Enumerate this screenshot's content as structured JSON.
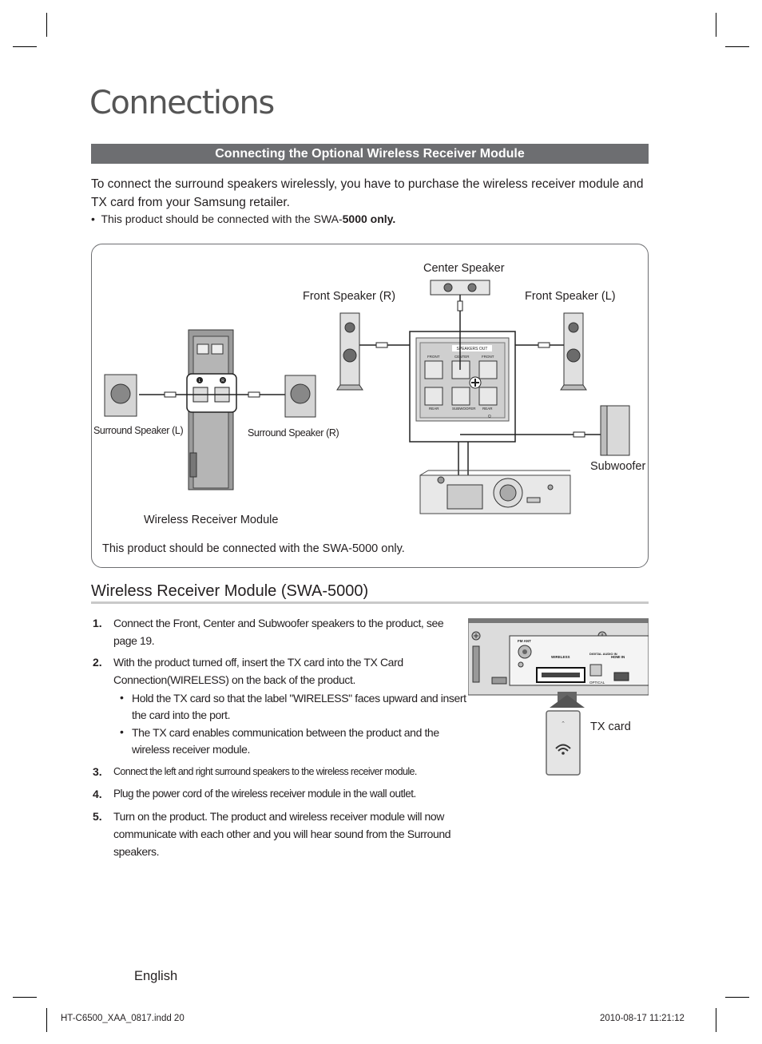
{
  "page": {
    "title": "Connections",
    "section_heading": "Connecting the Optional Wireless Receiver Module",
    "intro": "To connect the surround speakers wirelessly, you have to purchase the wireless receiver module and TX card from your Samsung retailer.",
    "bullet_prefix": "This product should be connected with the SWA-",
    "bullet_bold": "5000 only."
  },
  "diagram": {
    "center_speaker": "Center Speaker",
    "front_speaker_r": "Front Speaker (R)",
    "front_speaker_l": "Front Speaker (L)",
    "surround_speaker_l": "Surround Speaker (L)",
    "surround_speaker_r": "Surround Speaker (R)",
    "subwoofer": "Subwoofer",
    "wireless_receiver_module": "Wireless Receiver Module",
    "caption": "This product should be connected with the SWA-5000 only.",
    "speakers_out": "SPEAKERS OUT",
    "front": "FRONT",
    "center": "CENTER",
    "rear": "REAR",
    "subwoofer_port": "SUBWOOFER",
    "ohm": "Ω",
    "l_mark": "L",
    "r_mark": "R"
  },
  "module_section": {
    "title": "Wireless Receiver Module (SWA-5000)",
    "steps": [
      {
        "num": "1.",
        "text": "Connect the Front, Center and Subwoofer speakers to the product, see page 19."
      },
      {
        "num": "2.",
        "text": "With the product turned off, insert the TX card into the TX Card Connection(WIRELESS) on the back of the product."
      },
      {
        "num": "3.",
        "text": "Connect the left and right surround speakers to the wireless receiver module."
      },
      {
        "num": "4.",
        "text": "Plug the power cord of the wireless receiver module in the wall outlet."
      },
      {
        "num": "5.",
        "text": "Turn on the product. The product and wireless receiver module will now communicate with each other and you will hear sound from the Surround speakers."
      }
    ],
    "sub_bullets": [
      "Hold the TX card so that the label \"WIRELESS\" faces upward and insert the card into the port.",
      "The TX card enables communication between the product and the wireless receiver module."
    ],
    "tx_card_label": "TX card",
    "panel": {
      "fm_ant": "FM ANT",
      "wireless": "WIRELESS",
      "digital_audio_in": "DIGITAL AUDIO IN",
      "hdmi_in": "HDMI IN",
      "optical": "OPTICAL"
    }
  },
  "footer": {
    "language": "English",
    "file": "HT-C6500_XAA_0817.indd   20",
    "date": "2010-08-17     11:21:12"
  }
}
